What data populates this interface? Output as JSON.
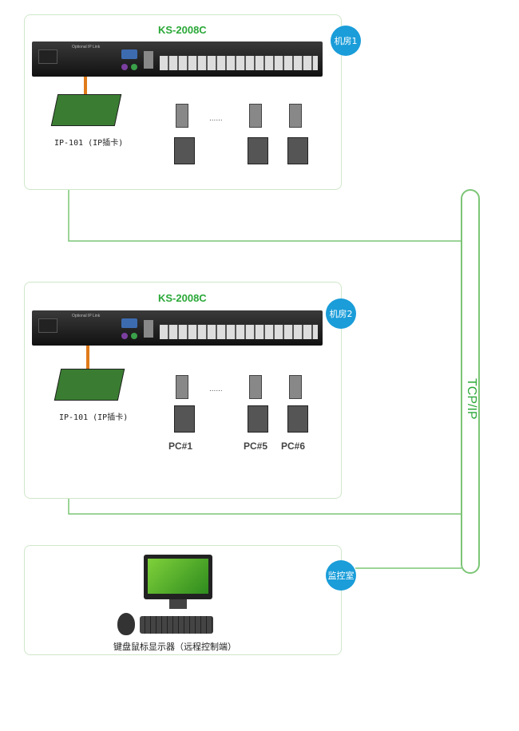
{
  "rooms": [
    {
      "model": "KS-2008C",
      "badge": "机房1",
      "card_label": "IP-101 (IP插卡)",
      "switch_label": "Optional IP Link",
      "dash": "......",
      "pcs": [
        "",
        "",
        ""
      ]
    },
    {
      "model": "KS-2008C",
      "badge": "机房2",
      "card_label": "IP-101 (IP插卡)",
      "switch_label": "Optional IP Link",
      "dash": "......",
      "pcs": [
        "PC#1",
        "PC#5",
        "PC#6"
      ]
    }
  ],
  "network": {
    "label": "TCP/IP",
    "color": "#7cc576"
  },
  "monitor_room": {
    "badge": "监控室",
    "label": "键盘鼠标显示器（远程控制端）"
  },
  "colors": {
    "accent": "#2aa837",
    "badge": "#1a9dd9",
    "line": "#7cc576",
    "panel_border": "#cfe7c9"
  }
}
